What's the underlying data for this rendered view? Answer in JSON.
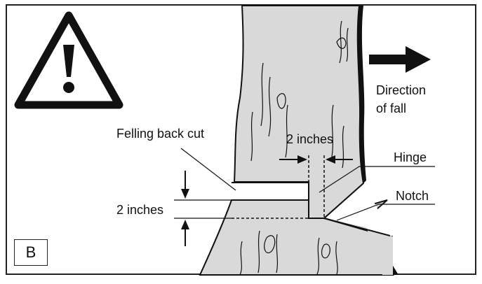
{
  "figure": {
    "panel_letter": "B",
    "labels": {
      "felling_back_cut": "Felling back cut",
      "hinge_width": "2 inches",
      "hinge": "Hinge",
      "notch": "Notch",
      "back_cut_height": "2 inches",
      "direction_line1": "Direction",
      "direction_line2": "of fall"
    },
    "icons": [
      "warning-triangle-icon",
      "direction-arrow-icon"
    ],
    "colors": {
      "tree_fill": "#d9d9d9",
      "outline": "#111111",
      "frame": "#222222"
    }
  }
}
